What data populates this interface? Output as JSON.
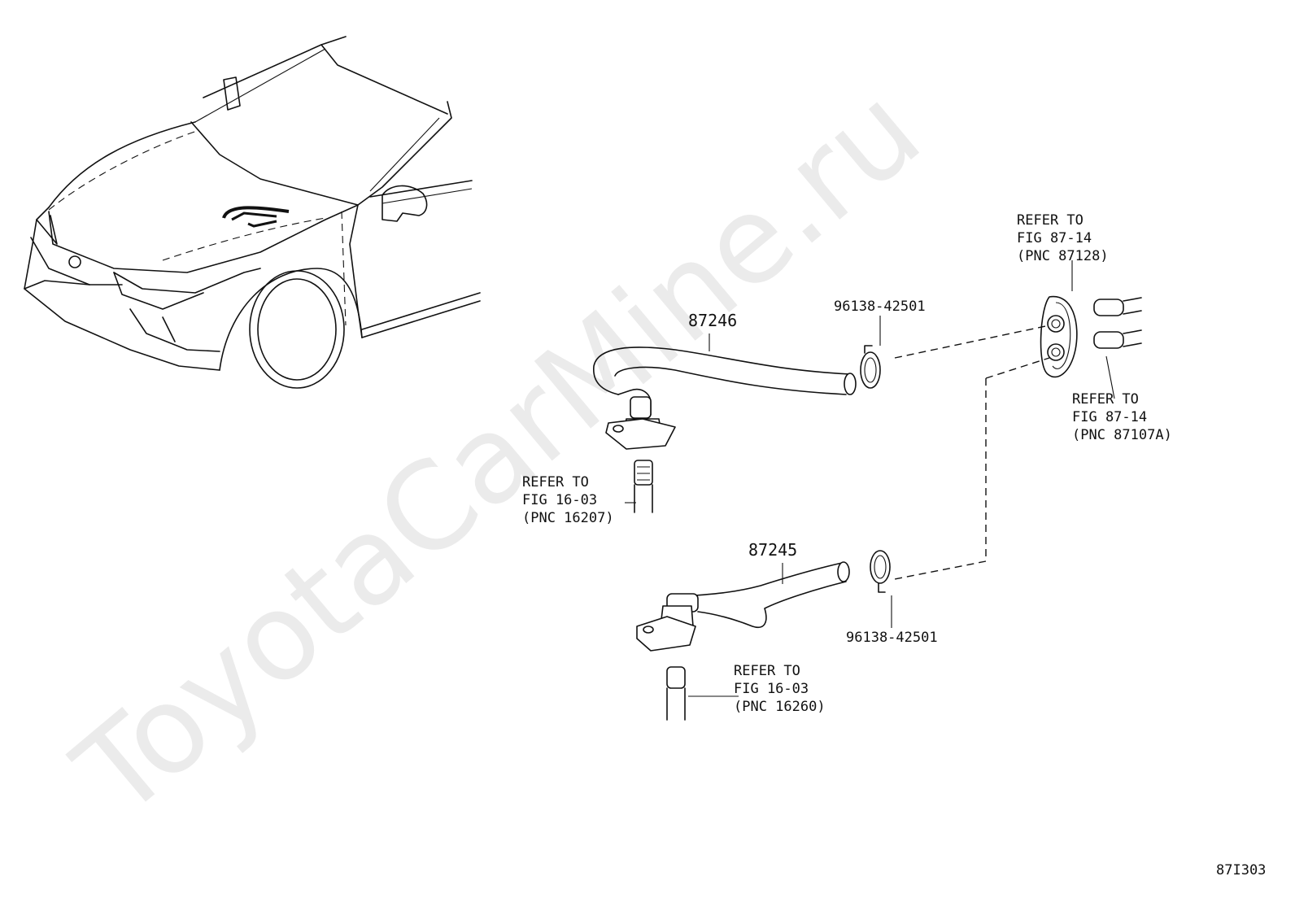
{
  "diagram": {
    "watermark": "ToyotaCarMine.ru",
    "figure_code": "87I303",
    "parts": {
      "hose_upper": "87246",
      "hose_lower": "87245",
      "clip_upper": "96138-42501",
      "clip_lower": "96138-42501"
    },
    "refs": {
      "grommet": [
        "REFER TO",
        "FIG 87-14",
        "(PNC 87128)"
      ],
      "nozzle_pipe": [
        "REFER TO",
        "FIG 87-14",
        "(PNC 87107A)"
      ],
      "upper_fitting": [
        "REFER TO",
        "FIG 16-03",
        "(PNC 16207)"
      ],
      "lower_fitting": [
        "REFER TO",
        "FIG 16-03",
        "(PNC 16260)"
      ]
    }
  }
}
